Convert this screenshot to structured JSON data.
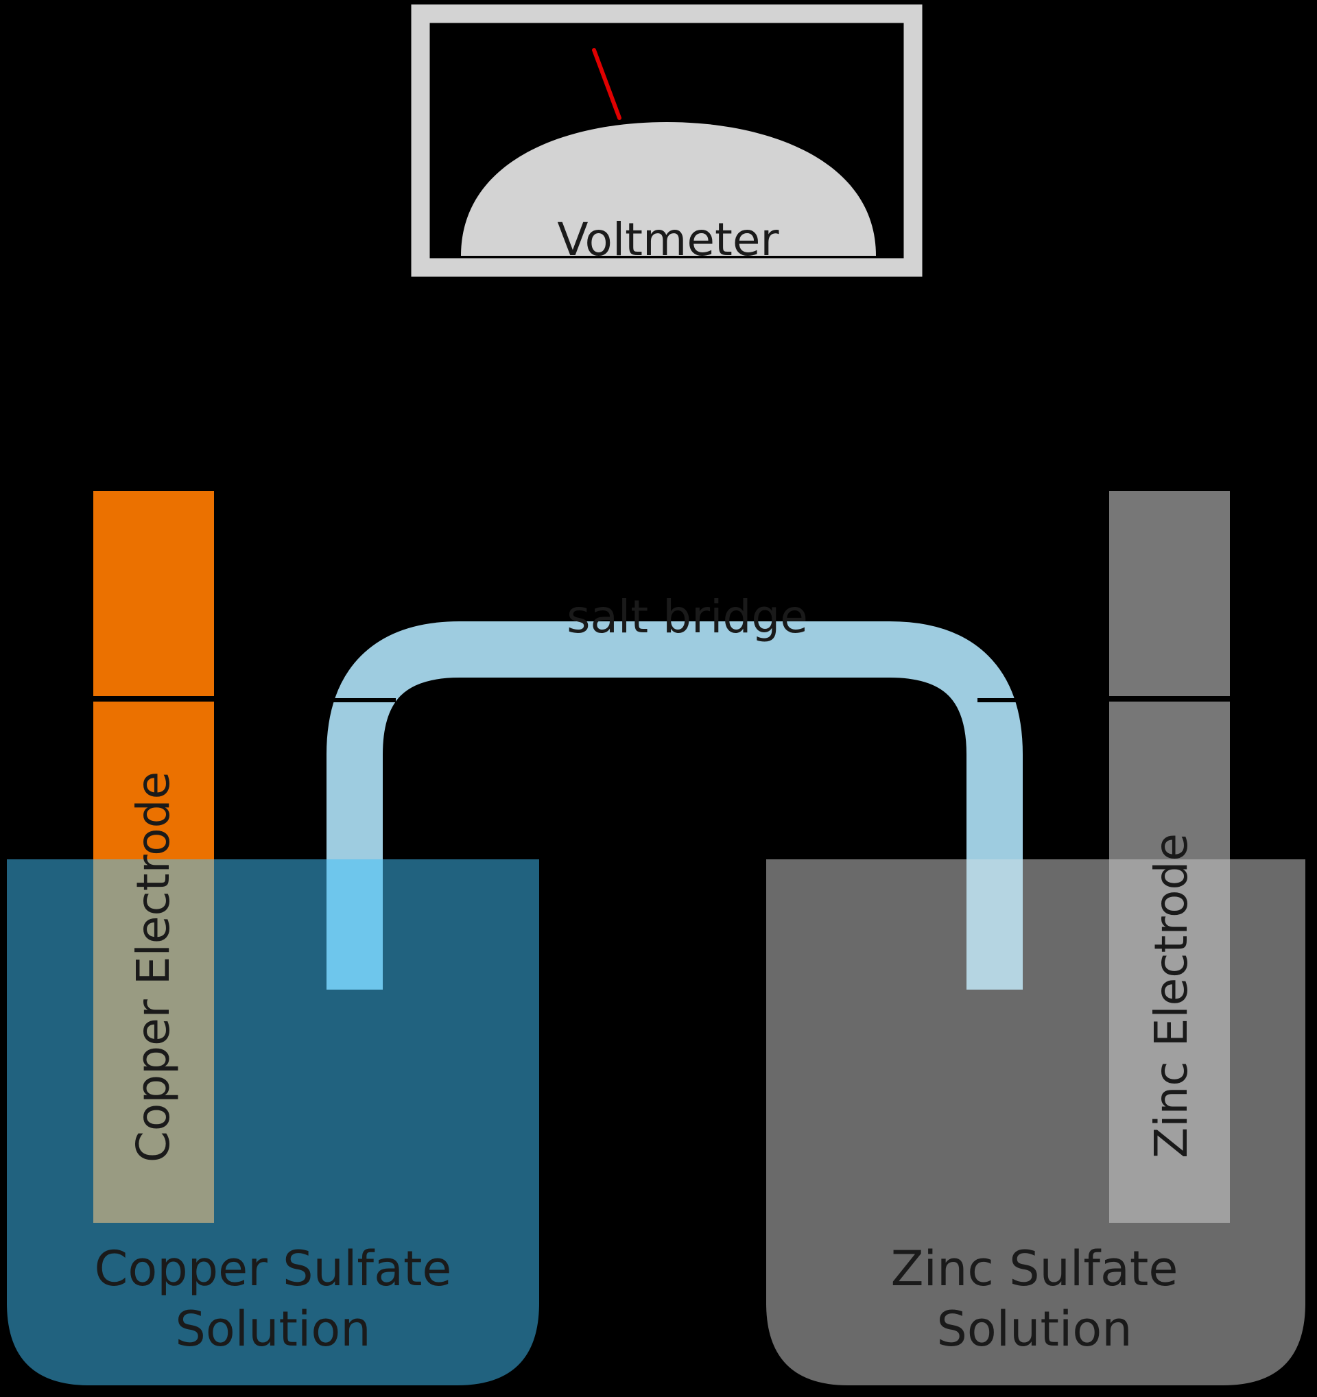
{
  "voltmeter": {
    "label": "Voltmeter",
    "frame_color": "#d3d3d3",
    "dial_color": "#d3d3d3",
    "needle_color": "#e00000"
  },
  "salt_bridge": {
    "label": "salt bridge",
    "color": "#9ecce0",
    "immersed_left_color": "#6ec6ec",
    "immersed_right_color": "#b5d5e2"
  },
  "copper": {
    "electrode_label": "Copper Electrode",
    "solution_label_line1": "Copper Sulfate",
    "solution_label_line2": "Solution",
    "electrode_color": "#eb7100",
    "electrode_immersed_color": "#999b82",
    "solution_color": "#21627f"
  },
  "zinc": {
    "electrode_label": "Zinc Electrode",
    "solution_label_line1": "Zinc Sulfate",
    "solution_label_line2": "Solution",
    "electrode_color": "#777777",
    "electrode_immersed_color": "#a0a0a0",
    "solution_color": "#6a6a6a"
  },
  "wire_color": "#000000"
}
